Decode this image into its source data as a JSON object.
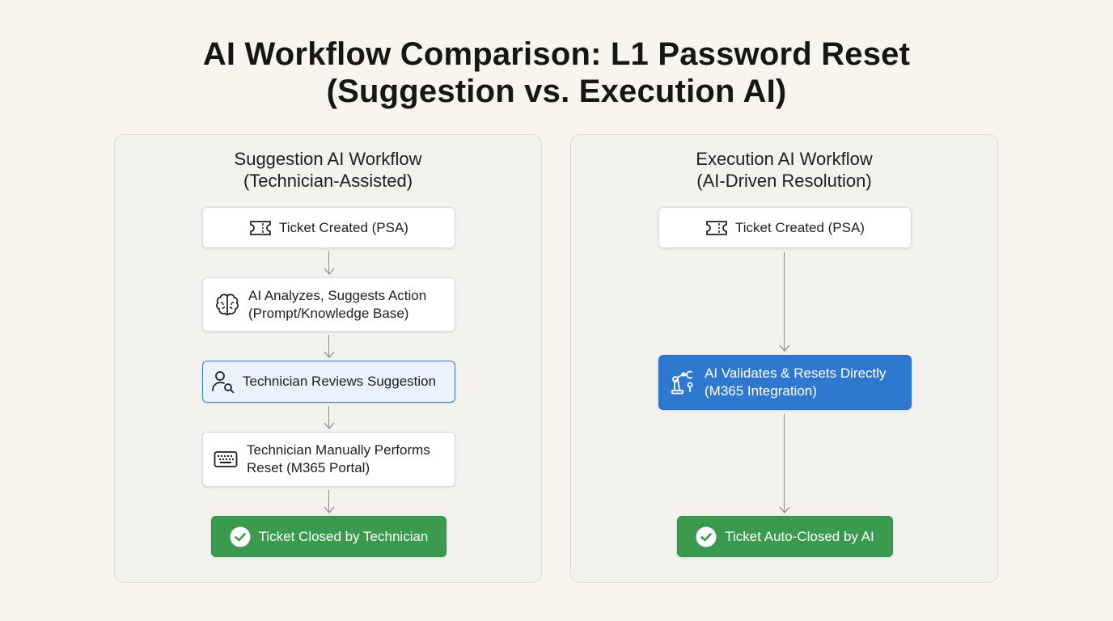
{
  "title": {
    "line1": "AI Workflow Comparison: L1 Password Reset",
    "line2": "(Suggestion vs. Execution AI)"
  },
  "suggestion_panel": {
    "title_line1": "Suggestion AI Workflow",
    "title_line2": "(Technician-Assisted)",
    "steps": [
      {
        "icon": "ticket-icon",
        "line1": "Ticket Created (PSA)",
        "line2": ""
      },
      {
        "icon": "brain-icon",
        "line1": "AI Analyzes, Suggests Action",
        "line2": "(Prompt/Knowledge Base)"
      },
      {
        "icon": "user-search-icon",
        "line1": "Technician Reviews Suggestion",
        "line2": ""
      },
      {
        "icon": "keyboard-icon",
        "line1": "Technician Manually Performs",
        "line2": "Reset (M365 Portal)"
      },
      {
        "icon": "check-circle-icon",
        "line1": "Ticket Closed by Technician",
        "line2": ""
      }
    ]
  },
  "execution_panel": {
    "title_line1": "Execution AI Workflow",
    "title_line2": "(AI-Driven Resolution)",
    "steps": [
      {
        "icon": "ticket-icon",
        "line1": "Ticket Created (PSA)",
        "line2": ""
      },
      {
        "icon": "robot-arm-icon",
        "line1": "AI Validates & Resets Directly",
        "line2": "(M365 Integration)"
      },
      {
        "icon": "check-circle-icon",
        "line1": "Ticket Auto-Closed by AI",
        "line2": ""
      }
    ]
  },
  "colors": {
    "background": "#f8f5ec",
    "panel": "#f3f2ef",
    "highlight_border": "#3a78c2",
    "highlight_fill": "#eaf3fd",
    "execution_blue": "#2f78d0",
    "success_green": "#3a9b4e"
  }
}
